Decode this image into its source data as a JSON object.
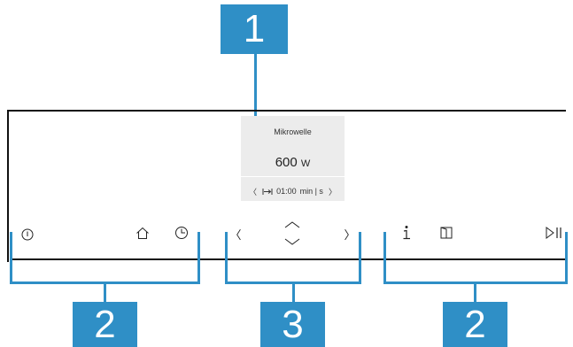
{
  "display": {
    "program": "Mikrowelle",
    "power_value": "600",
    "power_unit": "W",
    "duration_icon": "duration-icon",
    "duration": "01:00",
    "duration_unit": "min | s",
    "prev_symbol": "〈",
    "next_symbol": "〉"
  },
  "buttons": {
    "power": "power-icon",
    "home": "home-icon",
    "timer": "clock-icon",
    "left": "〈",
    "up": "︿",
    "down": "﹀",
    "right": "〉",
    "info": "info-icon",
    "door": "door-icon",
    "start_stop": "▷II"
  },
  "callouts": {
    "display": "1",
    "left_group": "2",
    "center_group": "3",
    "right_group": "2"
  },
  "colors": {
    "callout": "#2f8fc6",
    "display_bg": "#ececec"
  }
}
